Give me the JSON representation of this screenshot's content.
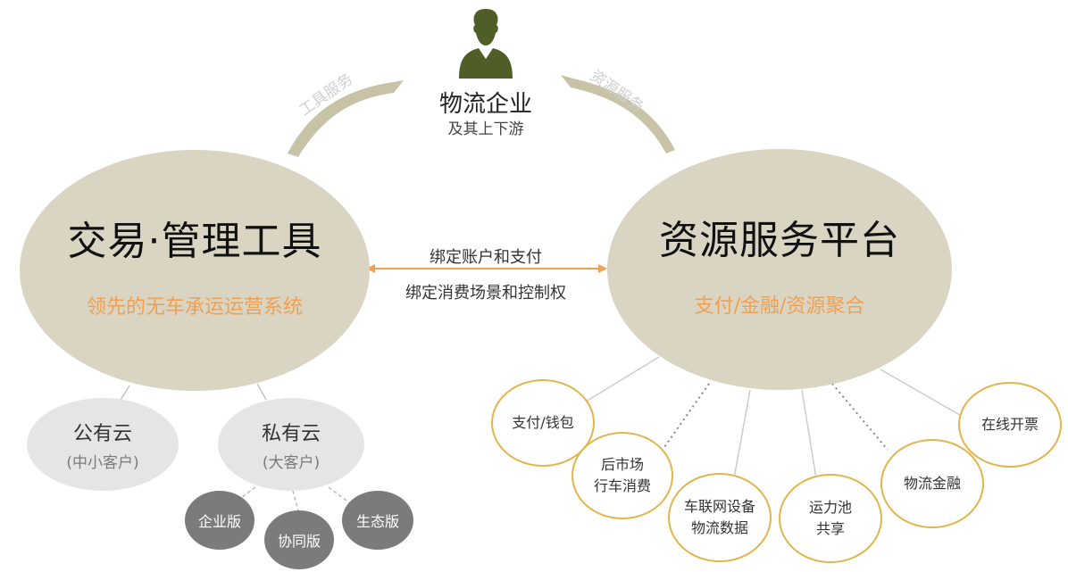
{
  "top": {
    "title": "物流企业",
    "subtitle": "及其上下游",
    "icon": "person-icon",
    "icon_color": "#4f5e26"
  },
  "arrows": {
    "left_label": "工具服务",
    "right_label": "资源服务",
    "color": "#c8c3a6"
  },
  "left_node": {
    "title": "交易·管理工具",
    "subtitle": "领先的无车承运运营系统"
  },
  "right_node": {
    "title": "资源服务平台",
    "subtitle": "支付/金融/资源聚合"
  },
  "bridge": {
    "line1": "绑定账户和支付",
    "line2": "绑定消费场景和控制权",
    "color": "#f0a050"
  },
  "clouds": {
    "public": {
      "title": "公有云",
      "subtitle": "(中小客户)"
    },
    "private": {
      "title": "私有云",
      "subtitle": "(大客户)"
    }
  },
  "editions": {
    "enterprise": "企业版",
    "collaboration": "协同版",
    "ecosystem": "生态版"
  },
  "services": {
    "pay": "支付/钱包",
    "aftermarket": "后市场\n行车消费",
    "iov": "车联网设备\n物流数据",
    "capacity": "运力池\n共享",
    "finance": "物流金融",
    "invoice": "在线开票"
  },
  "colors": {
    "big_circle": "#dad5c3",
    "accent_orange": "#f0a050",
    "service_border": "#e2b54a",
    "cloud_fill": "#e5e5e5",
    "edition_fill": "#7b7b7b"
  }
}
